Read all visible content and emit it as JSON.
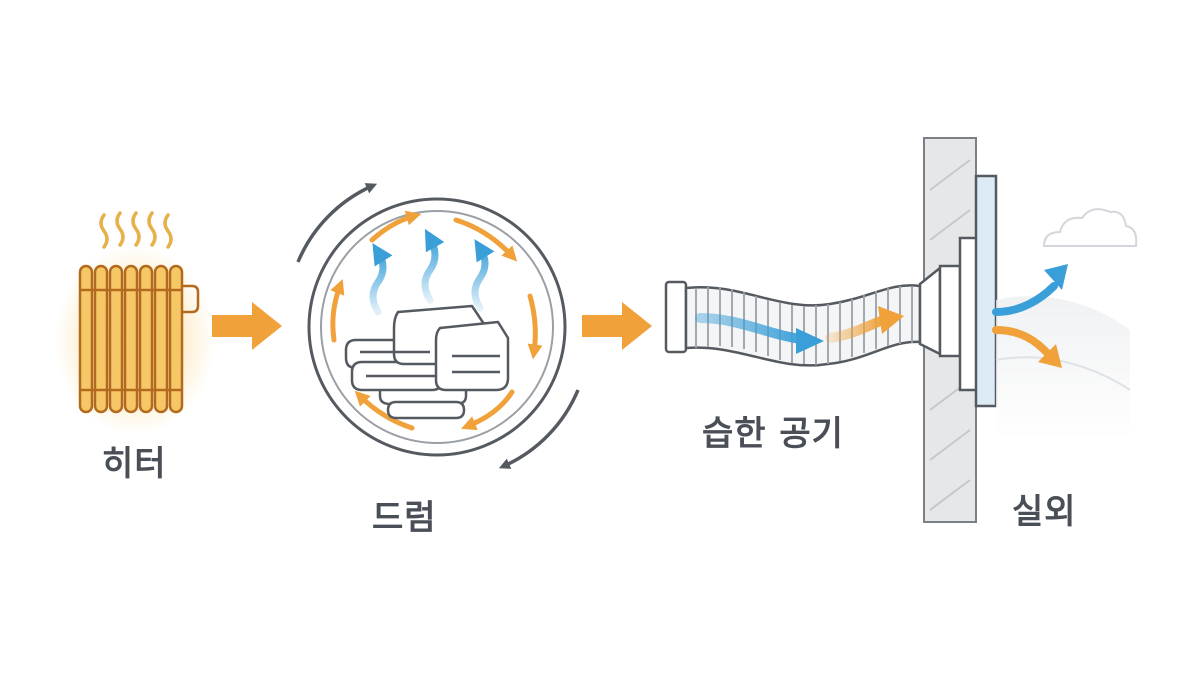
{
  "labels": {
    "heater": "히터",
    "drum": "드럼",
    "humid_air": "습한 공기",
    "outdoor": "실외"
  },
  "colors": {
    "heat_orange": "#f0a13a",
    "heater_line": "#b36a1c",
    "air_blue": "#3a9fd8",
    "outline_gray": "#5a5f66",
    "wall_gray": "#e6e7e9",
    "label_gray": "#4a4f57"
  },
  "icons": [
    "radiator-heater-icon",
    "drum-icon",
    "laundry-clothes-icon",
    "flexible-duct-icon",
    "wall-vent-icon",
    "cloud-icon"
  ]
}
